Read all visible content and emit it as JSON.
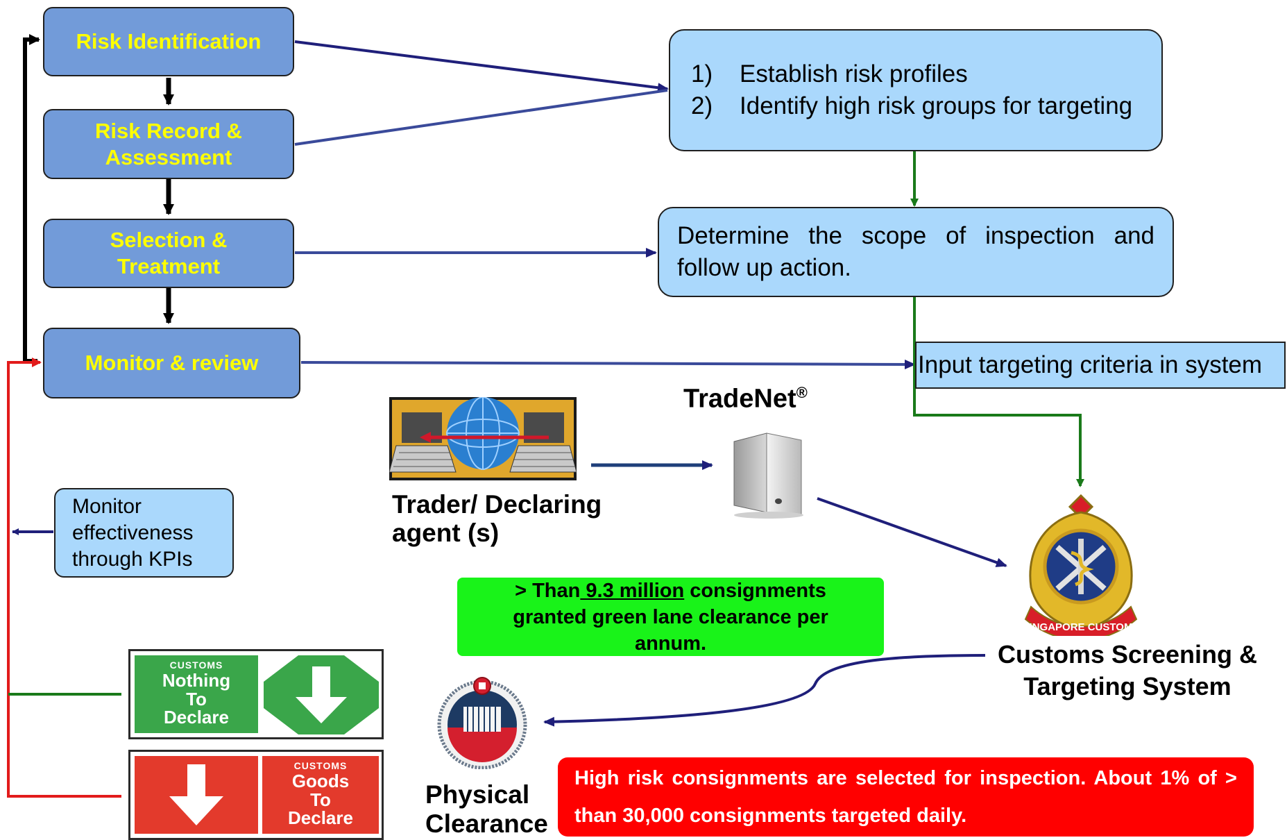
{
  "steps": {
    "risk_identification": "Risk Identification",
    "risk_record": "Risk Record & Assessment",
    "selection": "Selection & Treatment",
    "monitor": "Monitor & review"
  },
  "profile_box": {
    "items": [
      {
        "num": "1)",
        "text": "Establish risk profiles"
      },
      {
        "num": "2)",
        "text": "Identify high risk groups for targeting"
      }
    ]
  },
  "scope_box": "Determine the scope of inspection and follow up action.",
  "input_box": "Input targeting criteria in system",
  "tradenet": {
    "name": "TradeNet",
    "mark": "®"
  },
  "trader_label": "Trader/ Declaring agent (s)",
  "kpi_box": "Monitor effectiveness through KPIs",
  "green_box": {
    "prefix": "> Than",
    "highlight": " 9.3 million",
    "suffix": " consignments granted green lane clearance per annum."
  },
  "customs_system_label": "Customs Screening & Targeting System",
  "customs_emblem_text": "SINGAPORE CUSTOMS",
  "physical_label": "Physical Clearance",
  "red_box": "High risk consignments are selected for inspection. About 1% of > than 30,000 consignments targeted daily.",
  "signs": {
    "green": {
      "top": "CUSTOMS",
      "line1": "Nothing",
      "line2": "To",
      "line3": "Declare"
    },
    "red": {
      "top": "CUSTOMS",
      "line1": "Goods",
      "line2": "To",
      "line3": "Declare"
    }
  },
  "colors": {
    "step_fill": "#729bd9",
    "step_text": "#ffff00",
    "note_fill": "#aad8fc",
    "navy_arrow": "#1f1f7a",
    "green_arrow": "#1a7a1a",
    "red_line": "#e21b1b",
    "green_box": "#19f319",
    "red_box": "#ff0000"
  }
}
